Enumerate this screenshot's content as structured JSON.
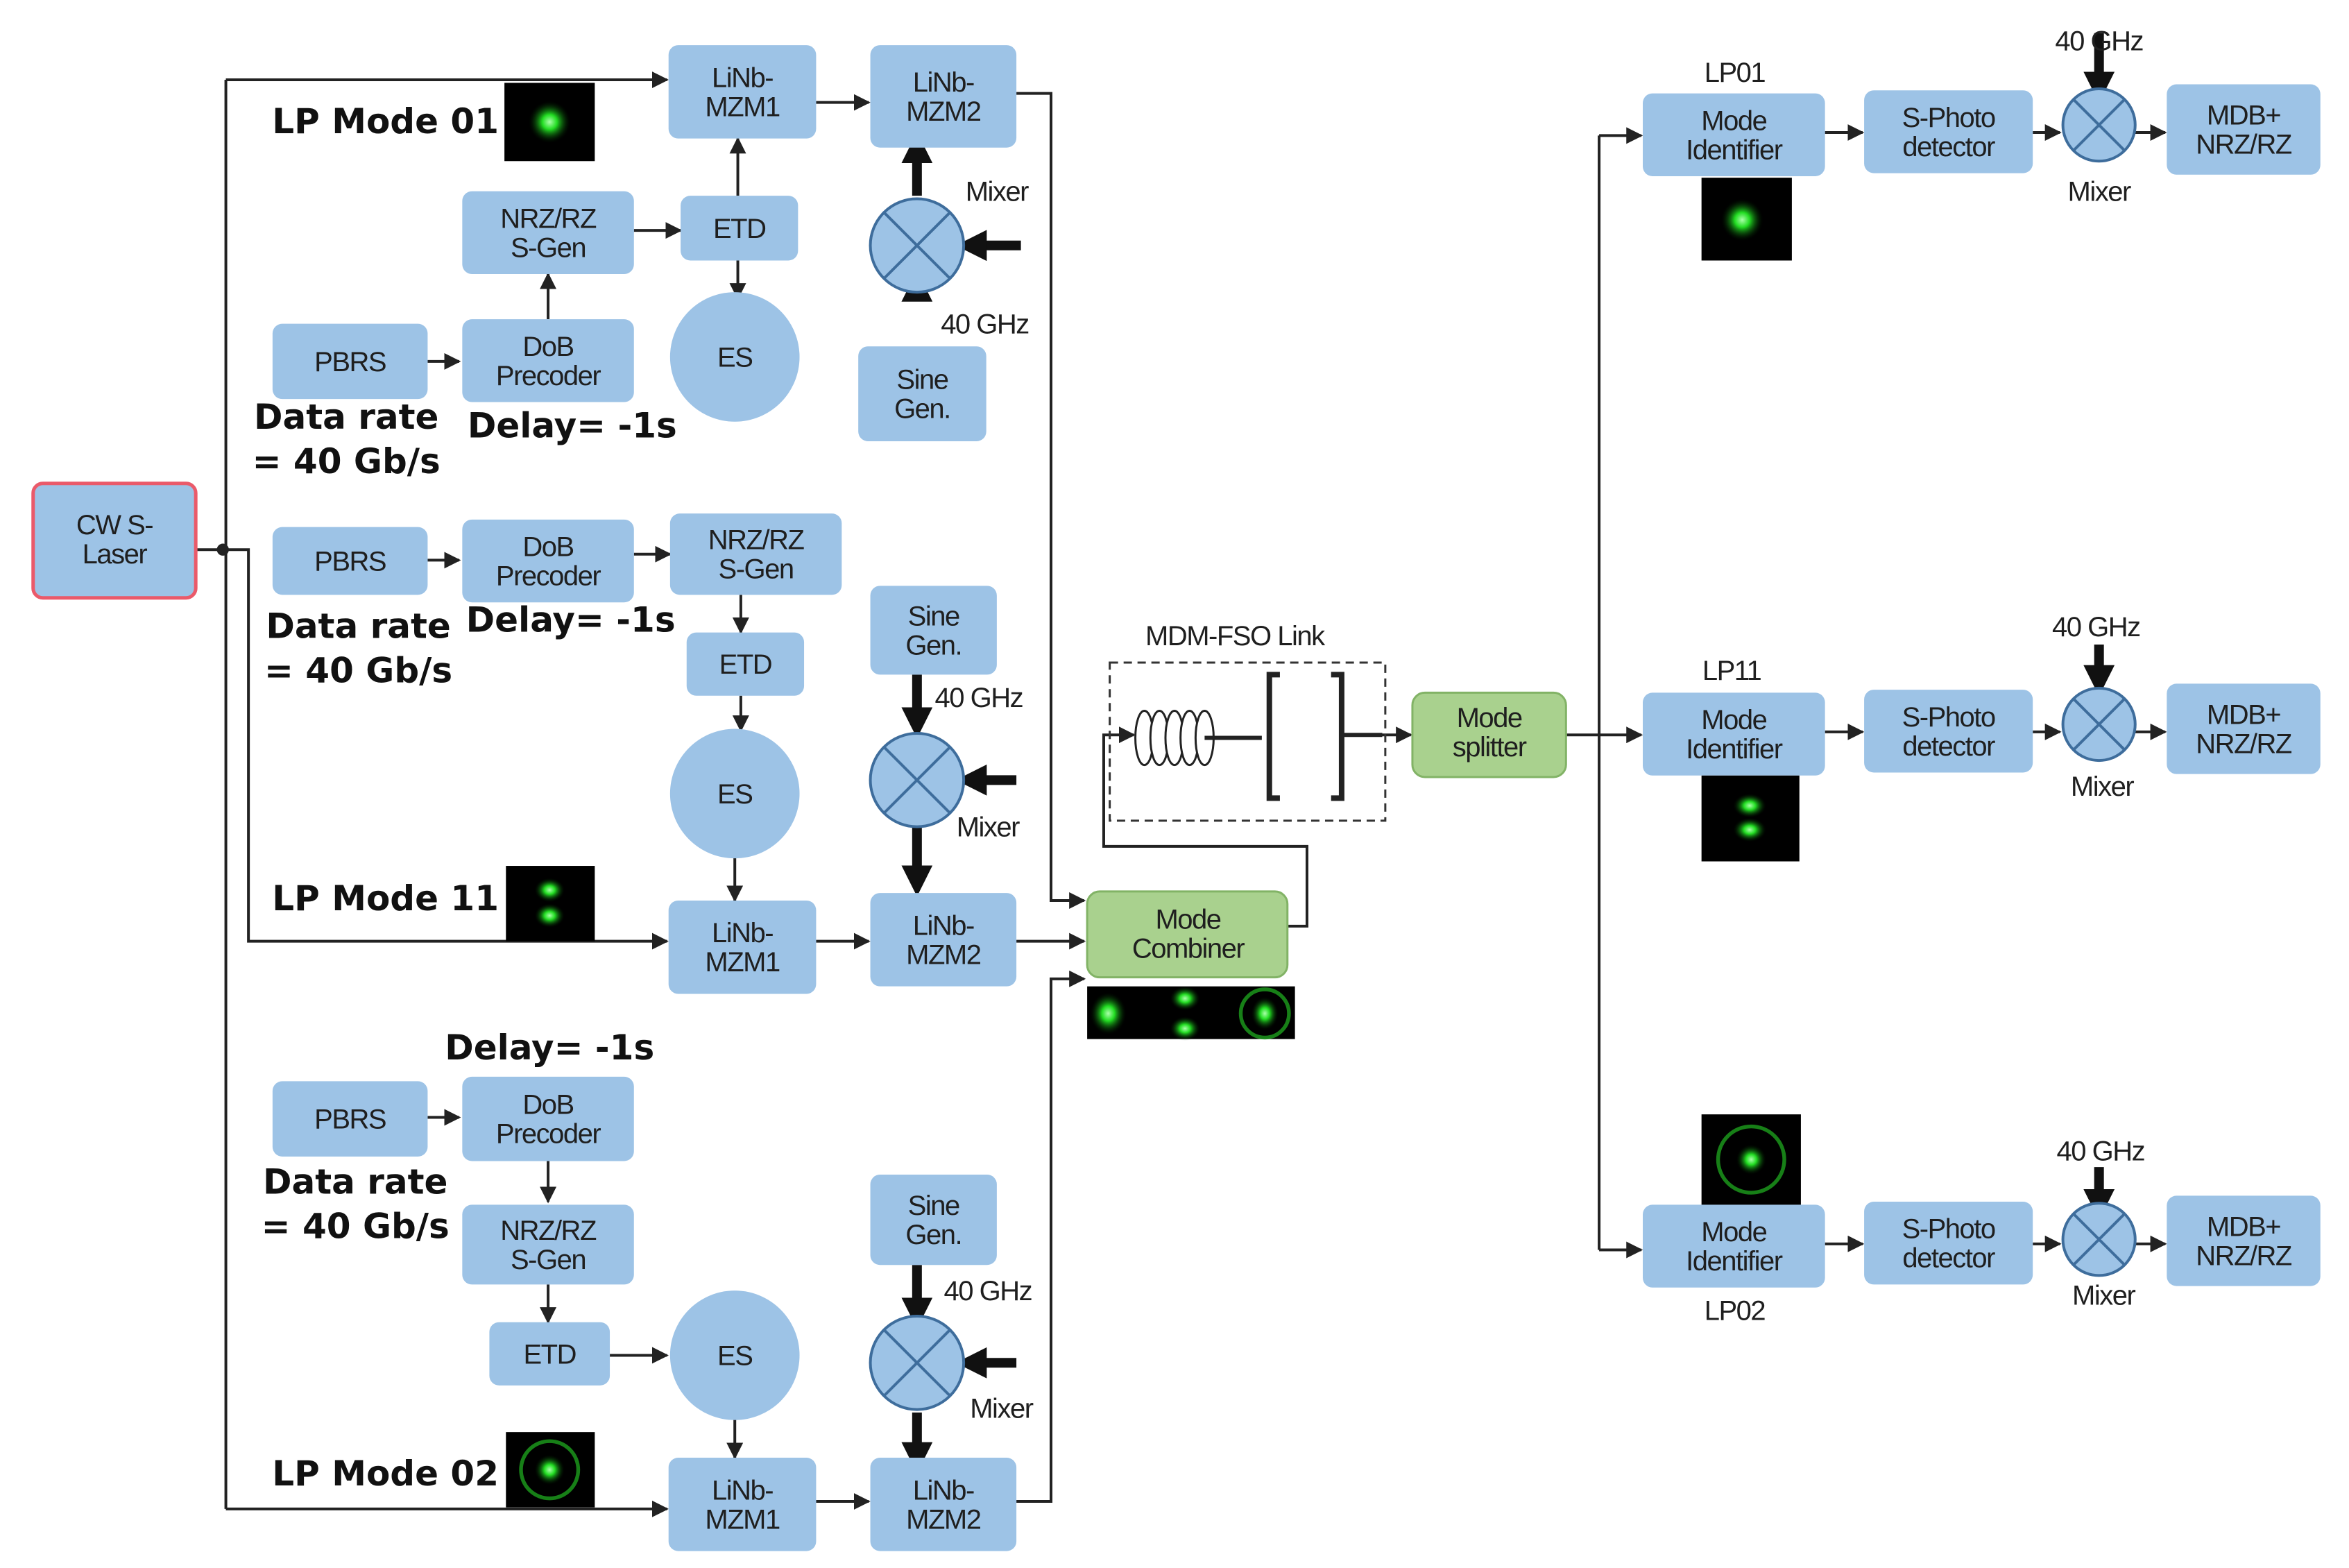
{
  "laser": "CW S-\nLaser",
  "pbrs": "PBRS",
  "dob": "DoB\nPrecoder",
  "nrz": "NRZ/RZ\nS-Gen",
  "etd": "ETD",
  "es": "ES",
  "mzm1": "LiNb-\nMZM1",
  "mzm2": "LiNb-\nMZM2",
  "sine": "Sine\nGen.",
  "mixer": "Mixer",
  "ghz": "40 GHz",
  "mode01": "LP Mode 01",
  "mode11": "LP Mode 11",
  "mode02": "LP Mode 02",
  "rate": "Data rate\n= 40 Gb/s",
  "delay": "Delay= -1s",
  "combiner": "Mode\nCombiner",
  "fso": "MDM-FSO Link",
  "splitter": "Mode\nsplitter",
  "modeid": "Mode\nIdentifier",
  "photo": "S-Photo\ndetector",
  "mdb": "MDB+\nNRZ/RZ",
  "lp01": "LP01",
  "lp11": "LP11",
  "lp02": "LP02",
  "colors": {
    "block": "#9dc3e6",
    "green": "#a9d18e",
    "laser_border": "#ea5a6a",
    "beam": "#22dd22"
  }
}
